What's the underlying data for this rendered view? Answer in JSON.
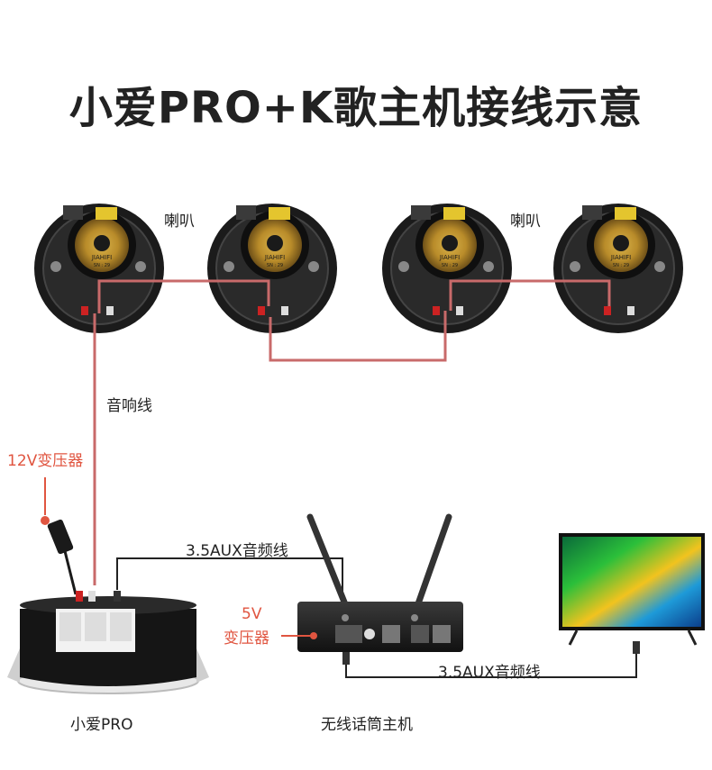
{
  "title": "小爱PRO+K歌主机接线示意",
  "labels": {
    "speaker_left": "喇叭",
    "speaker_right": "喇叭",
    "speaker_cable": "音响线",
    "transformer_12v": "12V变压器",
    "aux_cable_top": "3.5AUX音频线",
    "transformer_5v_line1": "5V",
    "transformer_5v_line2": "变压器",
    "aux_cable_bottom": "3.5AUX音频线",
    "device_xiaoai": "小爱PRO",
    "device_wireless_host": "无线话筒主机"
  },
  "speaker_face": {
    "brand": "JIAHIFI",
    "model": "SN : 29"
  },
  "colors": {
    "cable_red": "#c86a6a",
    "accent_label": "#e05540",
    "line_dark": "#222222"
  }
}
